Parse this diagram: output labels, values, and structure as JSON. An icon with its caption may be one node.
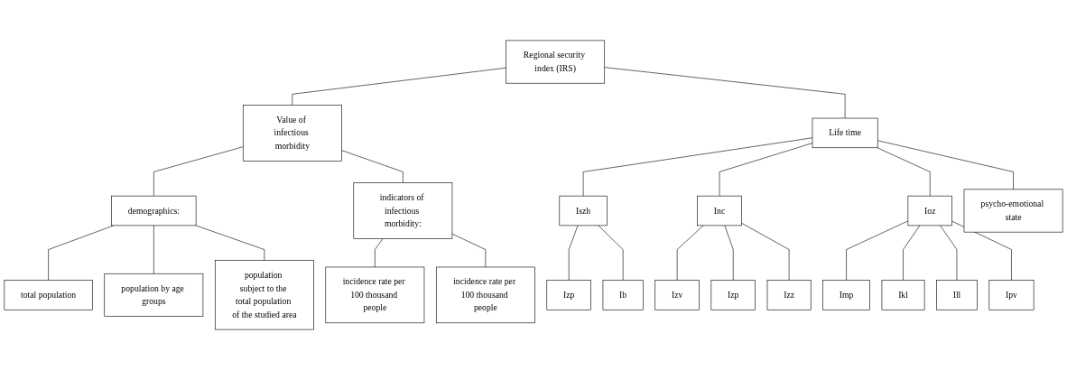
{
  "diagram": {
    "nodes": [
      {
        "text": [
          "Regional security index (IRS)"
        ]
      },
      {
        "text": [
          "Value of infectious morbidity"
        ]
      },
      {
        "text": [
          "Life time"
        ]
      },
      {
        "text": [
          "demographics:"
        ]
      },
      {
        "text": [
          "indicators of infectious morbidity:"
        ]
      },
      {
        "text": [
          "total population"
        ]
      },
      {
        "text": [
          "population by age groups"
        ]
      },
      {
        "text": [
          "population subject to the total population of the studied area"
        ]
      },
      {
        "text": [
          "incidence rate per 100 thousand people"
        ]
      },
      {
        "text": [
          "incidence rate per 100 thousand people"
        ]
      },
      {
        "text": [
          "Iszh"
        ]
      },
      {
        "text": [
          "Inc"
        ]
      },
      {
        "text": [
          "Ioz"
        ]
      },
      {
        "text": [
          "psycho-emotional state"
        ]
      },
      {
        "text": [
          "Izp"
        ]
      },
      {
        "text": [
          "Ib"
        ]
      },
      {
        "text": [
          "Izv"
        ]
      },
      {
        "text": [
          "Izp"
        ]
      },
      {
        "text": [
          "Izz"
        ]
      },
      {
        "text": [
          "Imp"
        ]
      },
      {
        "text": [
          "Ikl"
        ]
      },
      {
        "text": [
          "Ill"
        ]
      },
      {
        "text": [
          "Ipv"
        ]
      }
    ],
    "edges": [
      {
        "from": 0,
        "to": 1,
        "arrow": "none"
      },
      {
        "from": 0,
        "to": 2,
        "arrow": "none"
      },
      {
        "from": 1,
        "to": 3,
        "arrow": "none"
      },
      {
        "from": 1,
        "to": 4,
        "arrow": "none"
      },
      {
        "from": 2,
        "to": 10,
        "arrow": "none"
      },
      {
        "from": 2,
        "to": 11,
        "arrow": "none"
      },
      {
        "from": 2,
        "to": 12,
        "arrow": "none"
      },
      {
        "from": 2,
        "to": 13,
        "arrow": "none"
      },
      {
        "from": 3,
        "to": 5,
        "arrow": "none"
      },
      {
        "from": 3,
        "to": 6,
        "arrow": "none"
      },
      {
        "from": 3,
        "to": 7,
        "arrow": "none"
      },
      {
        "from": 4,
        "to": 8,
        "arrow": "none"
      },
      {
        "from": 4,
        "to": 9,
        "arrow": "none"
      },
      {
        "from": 10,
        "to": 14,
        "arrow": "none"
      },
      {
        "from": 10,
        "to": 15,
        "arrow": "none"
      },
      {
        "from": 11,
        "to": 16,
        "arrow": "none"
      },
      {
        "from": 11,
        "to": 17,
        "arrow": "none"
      },
      {
        "from": 11,
        "to": 18,
        "arrow": "none"
      },
      {
        "from": 12,
        "to": 19,
        "arrow": "none"
      },
      {
        "from": 12,
        "to": 20,
        "arrow": "none"
      },
      {
        "from": 12,
        "to": 21,
        "arrow": "none"
      },
      {
        "from": 12,
        "to": 22,
        "arrow": "none"
      }
    ]
  }
}
